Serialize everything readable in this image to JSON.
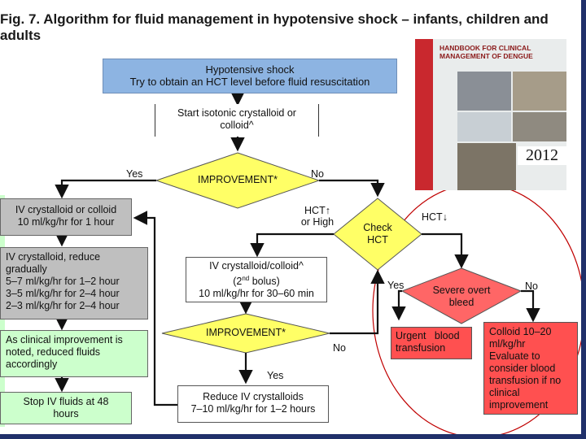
{
  "title": {
    "line1": "Fig. 7. Algorithm for fluid management in hypotensive shock – infants, children and",
    "line2": "adults"
  },
  "cover": {
    "title_line1": "HANDBOOK FOR CLINICAL",
    "title_line2": "MANAGEMENT OF DENGUE",
    "year": "2012"
  },
  "boxes": {
    "hypotensive_line1": "Hypotensive shock",
    "hypotensive_line2": "Try to obtain an HCT level before fluid resuscitation",
    "start_line1": "Start isotonic crystalloid or",
    "start_line2": "colloid^",
    "improvement1": "IMPROVEMENT*",
    "iv_10_line1": "IV crystalloid or colloid",
    "iv_10_line2": "10 ml/kg/hr for 1 hour",
    "reduce_grad_line1": "IV crystalloid, reduce",
    "reduce_grad_line2": "gradually",
    "reduce_grad_line3": "5–7 ml/kg/hr for 1–2 hour",
    "reduce_grad_line4": "3–5 ml/kg/hr for 2–4 hour",
    "reduce_grad_line5": "2–3 ml/kg/hr for 2–4 hour",
    "clinical_line1": "As clinical improvement is",
    "clinical_line2": "noted, reduced fluids",
    "clinical_line3": "accordingly",
    "stop_line1": "Stop IV fluids at 48",
    "stop_line2": "hours",
    "check_hct_line1": "Check",
    "check_hct_line2": "HCT",
    "bolus_line1": "IV crystalloid/colloid^",
    "bolus_line2_a": "(2",
    "bolus_line2_sup": "nd",
    "bolus_line2_b": " bolus)",
    "bolus_line3": "10 ml/kg/hr for 30–60 min",
    "improvement2": "IMPROVEMENT*",
    "reduce_7_line1": "Reduce IV crystalloids",
    "reduce_7_line2": "7–10 ml/kg/hr for 1–2 hours",
    "severe_line1": "Severe overt",
    "severe_line2": "bleed",
    "urgent_line1": "Urgent   blood",
    "urgent_line2": "transfusion",
    "colloid_line1": "Colloid 10–20",
    "colloid_line2": "ml/kg/hr",
    "colloid_line3": "Evaluate to",
    "colloid_line4": "consider blood",
    "colloid_line5": "transfusion if no",
    "colloid_line6": "clinical",
    "colloid_line7": "improvement"
  },
  "labels": {
    "yes1": "Yes",
    "no1": "No",
    "hct_up_line1": "HCT↑",
    "hct_up_line2": "or High",
    "hct_down": "HCT↓",
    "yes2": "Yes",
    "no2": "No",
    "no3": "No",
    "yes3": "Yes"
  },
  "colors": {
    "blue_box": "#8db4e2",
    "yellow_diamond": "#ffff66",
    "gray_box": "#bfbfbf",
    "green_box": "#ccffcc",
    "red_box": "#ff5050",
    "red_circle": "#c00000",
    "frame": "#20306a"
  }
}
